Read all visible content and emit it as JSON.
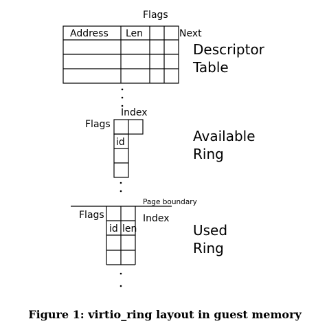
{
  "descriptor_table": {
    "flags_label": "Flags",
    "address_label": "Address",
    "len_label": "Len",
    "next_label": "Next",
    "title_line1": "Descriptor",
    "title_line2": "Table"
  },
  "available_ring": {
    "flags_label": "Flags",
    "index_label": "Index",
    "id_label": "id",
    "title_line1": "Available",
    "title_line2": "Ring"
  },
  "used_ring": {
    "flags_label": "Flags",
    "index_label": "Index",
    "id_label": "id",
    "len_label": "len",
    "page_boundary_label": "Page boundary",
    "title_line1": "Used",
    "title_line2": "Ring"
  },
  "caption": "Figure 1: virtio_ring layout in guest memory"
}
